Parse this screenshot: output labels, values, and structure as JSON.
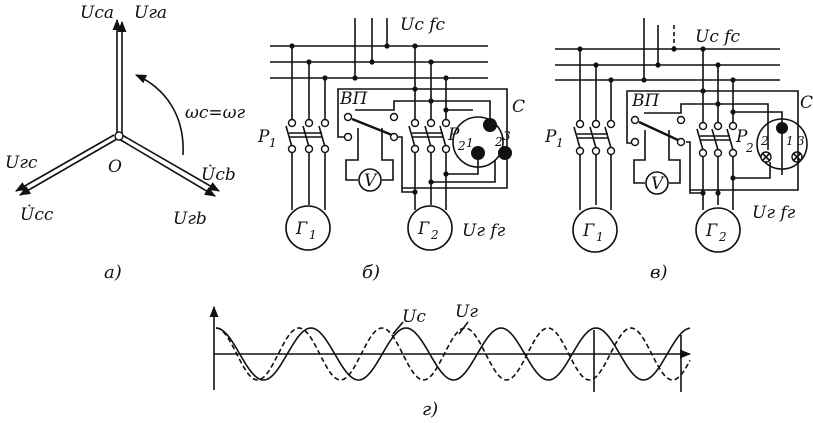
{
  "panel_a": {
    "caption": "а)",
    "labels": {
      "u_ca": "Uca",
      "u_ga": "Uга",
      "u_gc": "Uгc",
      "u_cc": "U̇cc",
      "u_cb": "U̇cb",
      "u_gb": "Uгb",
      "origin": "O",
      "omega": "ωc=ωг"
    }
  },
  "panel_b": {
    "caption": "б)",
    "labels": {
      "grid": "Uc fc",
      "gen_param": "Uг fг",
      "switch_vp": "ВП",
      "breaker1": "P",
      "breaker1_sub": "1",
      "breaker2": "P",
      "breaker2_sub": "2",
      "gen1": "Г",
      "gen1_sub": "1",
      "gen2": "Г",
      "gen2_sub": "2",
      "voltmeter": "V",
      "synchroscope": "C",
      "lamp1": "1",
      "lamp2": "2",
      "lamp3": "3"
    }
  },
  "panel_c": {
    "caption": "в)",
    "labels": {
      "grid": "Uc fc",
      "gen_param": "Uг fг",
      "switch_vp": "ВП",
      "breaker1": "P",
      "breaker1_sub": "1",
      "breaker2": "P",
      "breaker2_sub": "2",
      "gen1": "Г",
      "gen1_sub": "1",
      "gen2": "Г",
      "gen2_sub": "2",
      "voltmeter": "V",
      "synchroscope": "C",
      "lamp1": "1",
      "lamp2": "2",
      "lamp3": "3"
    }
  },
  "panel_d": {
    "caption": "г)",
    "labels": {
      "u_c": "Uc",
      "u_g": "Uг"
    }
  }
}
